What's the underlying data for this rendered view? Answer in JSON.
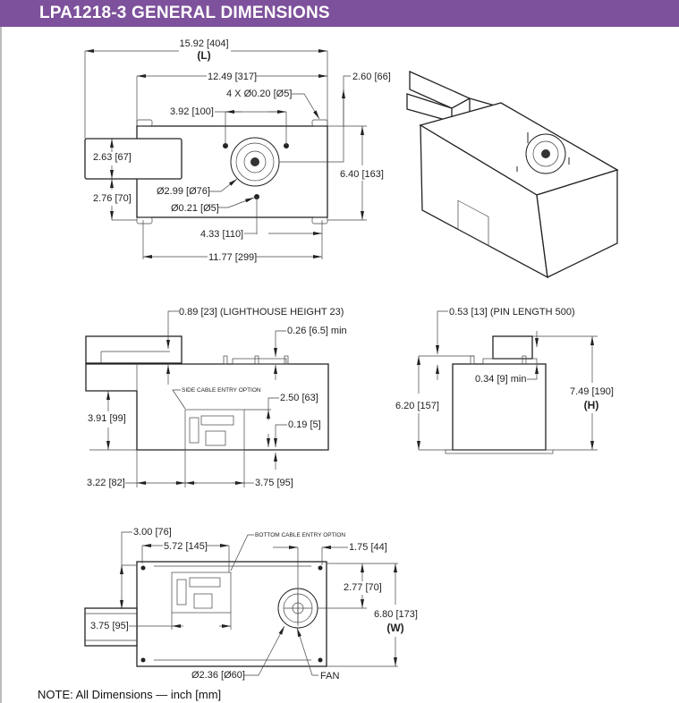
{
  "header": {
    "title": "LPA1218-3 GENERAL DIMENSIONS",
    "color": "#7d519b"
  },
  "top_view": {
    "overall_length": "15.92 [404]",
    "overall_length_symbol": "(L)",
    "body_length": "12.49 [317]",
    "light_offset": "2.60 [66]",
    "mount_holes": "4 X Ø0.20 [Ø5]",
    "hole_spacing": "3.92 [100]",
    "cable_width": "2.63 [67]",
    "cable_offset": "2.76 [70]",
    "body_width": "6.40 [163]",
    "light_diameter": "Ø2.99 [Ø76]",
    "small_hole": "Ø0.21 [Ø5]",
    "small_hole_offset": "4.33 [110]",
    "foot_spacing": "11.77 [299]"
  },
  "side_view": {
    "lighthouse_height": "0.89 [23] (LIGHTHOUSE HEIGHT 23)",
    "pin_min": "0.26 [6.5] min",
    "cable_entry_label": "SIDE CABLE ENTRY OPTION",
    "panel_height": "2.50 [63]",
    "cable_height": "3.91 [99]",
    "panel_offset": "0.19 [5]",
    "panel_left": "3.22 [82]",
    "panel_width": "3.75 [95]"
  },
  "end_view": {
    "pin_length": "0.53 [13] (PIN LENGTH 500)",
    "body_height": "6.20 [157]",
    "pin_min": "0.34 [9] min",
    "overall_height": "7.49 [190]",
    "overall_height_symbol": "(H)"
  },
  "bottom_view": {
    "cable_offset": "3.00 [76]",
    "panel_width": "5.72 [145]",
    "cable_entry_label": "BOTTOM CABLE ENTRY OPTION",
    "fan_offset_x": "1.75 [44]",
    "fan_offset_y": "2.77 [70]",
    "overall_width": "6.80 [173]",
    "overall_width_symbol": "(W)",
    "cable_width": "3.75 [95]",
    "fan_diameter": "Ø2.36 [Ø60]",
    "fan_label": "FAN"
  },
  "note": "NOTE: All Dimensions — inch [mm]"
}
